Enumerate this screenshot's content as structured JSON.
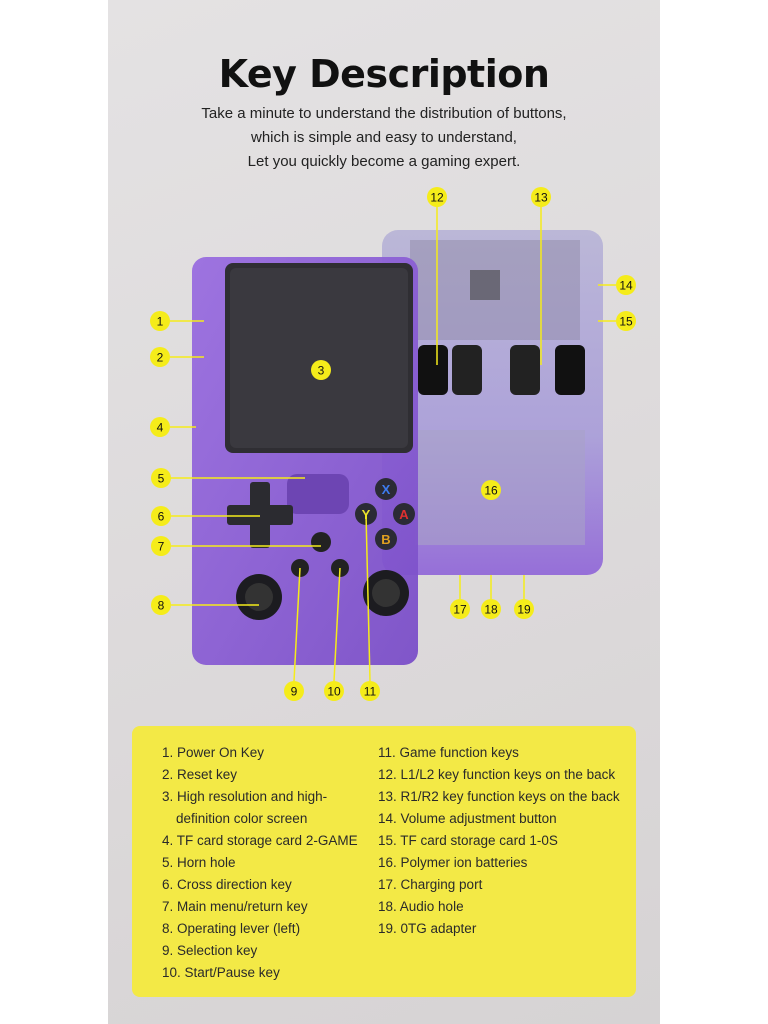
{
  "title": "Key Description",
  "subtitle_lines": [
    "Take a minute to understand the distribution of buttons,",
    "which is simple and easy to understand,",
    "Let you quickly become a gaming expert."
  ],
  "callouts": [
    "1",
    "2",
    "3",
    "4",
    "5",
    "6",
    "7",
    "8",
    "9",
    "10",
    "11",
    "12",
    "13",
    "14",
    "15",
    "16",
    "17",
    "18",
    "19"
  ],
  "button_labels": {
    "x": "X",
    "y": "Y",
    "a": "A",
    "b": "B"
  },
  "legend_left": [
    "1. Power On Key",
    "2. Reset key",
    "3. High resolution and high-",
    "definition color screen",
    "4. TF card storage card 2-GAME",
    "5. Horn hole",
    "6. Cross direction key",
    "7. Main menu/return key",
    "8. Operating lever (left)",
    "9. Selection key",
    "10. Start/Pause key"
  ],
  "legend_right": [
    "11. Game function keys",
    "12. L1/L2 key function keys on the back",
    "13. R1/R2 key function keys on the back",
    "14. Volume adjustment button",
    "15. TF card storage card 1-0S",
    "16. Polymer ion batteries",
    "17. Charging port",
    "18. Audio hole",
    "19. 0TG adapter"
  ],
  "colors": {
    "device": "#8a5cd6",
    "callout": "#f5ec1a",
    "legend_bg": "#f3e946"
  }
}
